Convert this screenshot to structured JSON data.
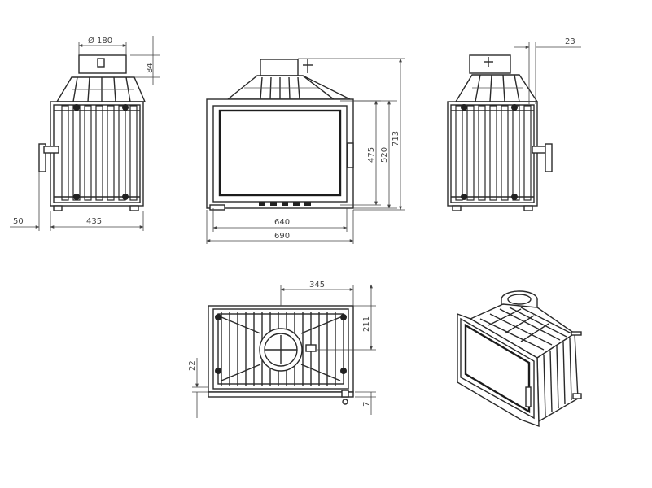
{
  "dimensions": {
    "diameter_label": "Ø 180",
    "flue_height": "84",
    "side_offset": "50",
    "side_depth": "435",
    "front_inner_width": "640",
    "front_outer_width": "690",
    "glass_height": "475",
    "door_height": "520",
    "total_height": "713",
    "right_offset": "23",
    "top_depth": "345",
    "top_flue_offset": "211",
    "top_left_offset": "22",
    "top_bottom_offset": "7"
  },
  "views": [
    "side-view-left",
    "front-view",
    "side-view-right",
    "top-view",
    "isometric-view"
  ]
}
